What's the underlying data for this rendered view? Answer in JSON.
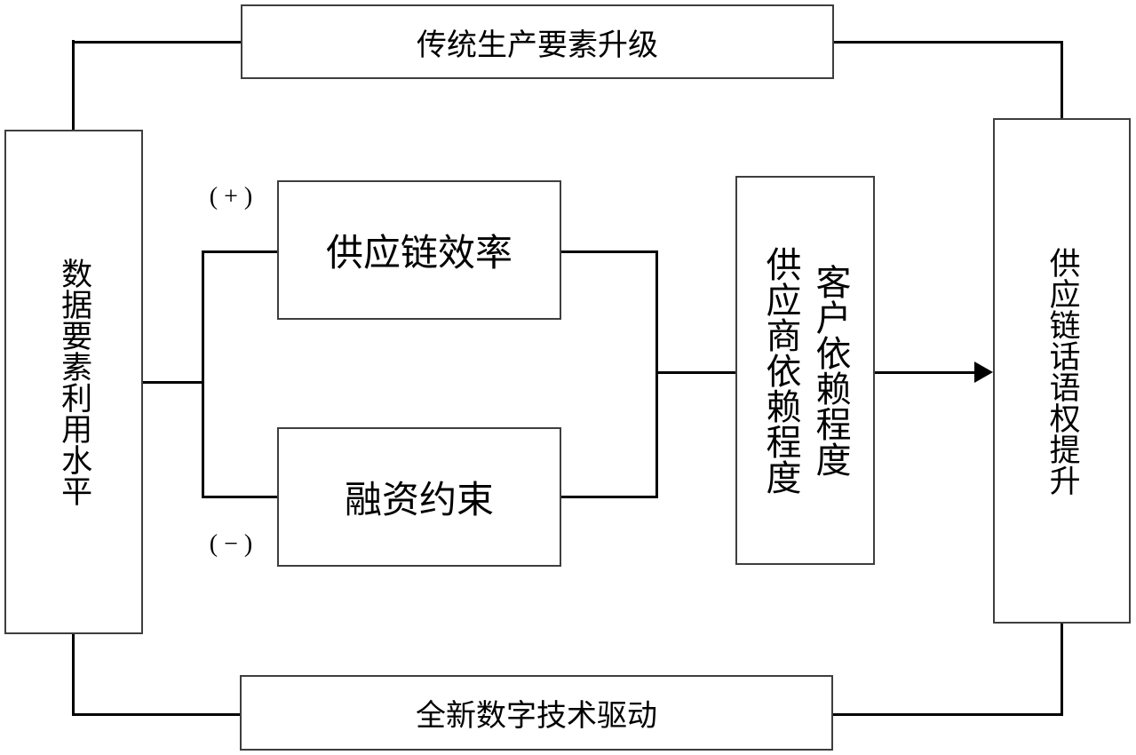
{
  "diagram": {
    "background_color": "#ffffff",
    "line_color": "#000000",
    "border_color": "#3e3e3e",
    "nodes": {
      "top": {
        "label": "传统生产要素升级"
      },
      "bottom": {
        "label": "全新数字技术驱动"
      },
      "left": {
        "label": "数据要素利用水平"
      },
      "efficiency": {
        "label": "供应链效率"
      },
      "financing": {
        "label": "融资约束"
      },
      "dependence": {
        "col_left": "供应商依赖程度",
        "col_right": "客户依赖程度"
      },
      "power": {
        "label": "供应链话语权提升"
      }
    },
    "signs": {
      "plus": "( + )",
      "minus": "( − )"
    }
  }
}
